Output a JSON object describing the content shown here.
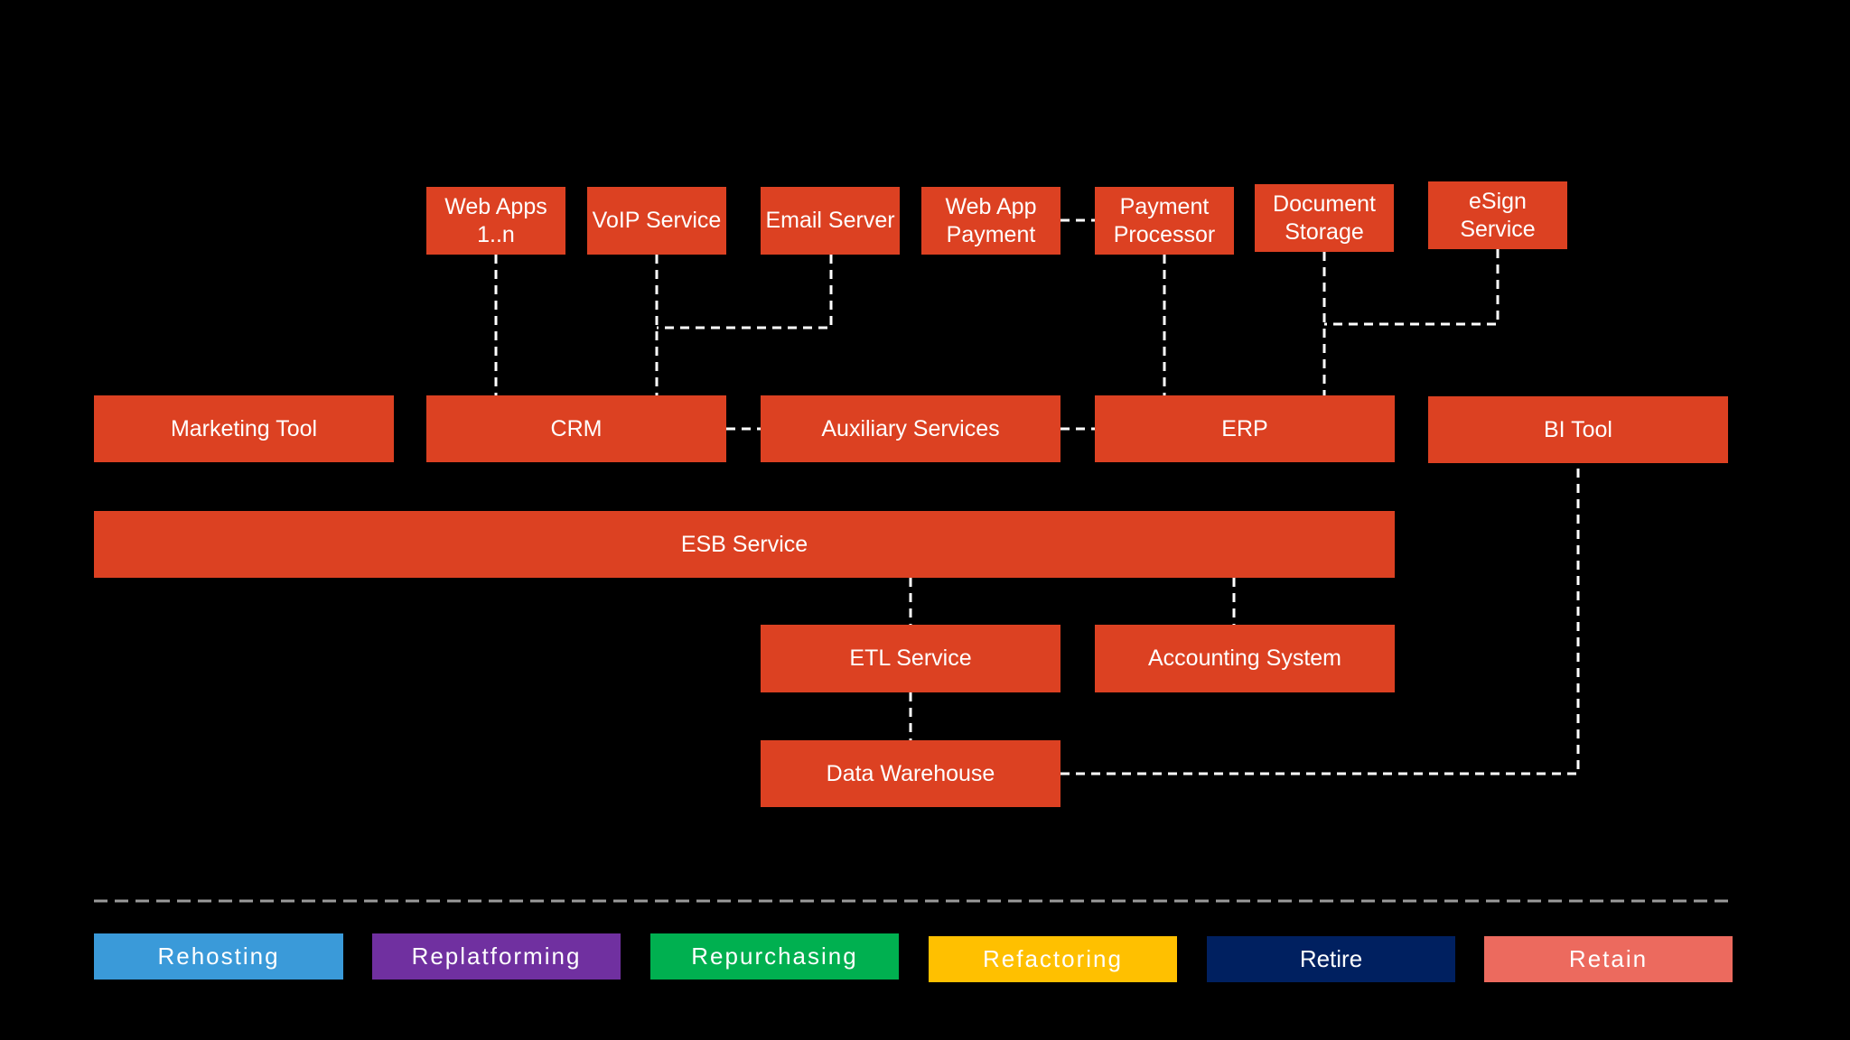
{
  "nodes": {
    "web_apps": "Web Apps\n1..n",
    "voip": "VoIP Service",
    "email": "Email Server",
    "web_app_payment": "Web App\nPayment",
    "payment_processor": "Payment\nProcessor",
    "document_storage": "Document\nStorage",
    "esign": "eSign\nService",
    "marketing_tool": "Marketing Tool",
    "crm": "CRM",
    "auxiliary": "Auxiliary Services",
    "erp": "ERP",
    "bi_tool": "BI Tool",
    "esb": "ESB Service",
    "etl": "ETL Service",
    "accounting": "Accounting System",
    "data_warehouse": "Data Warehouse"
  },
  "legend": [
    {
      "label": "Rehosting",
      "color": "#3a9ad9"
    },
    {
      "label": "Replatforming",
      "color": "#7030a0"
    },
    {
      "label": "Repurchasing",
      "color": "#00b050"
    },
    {
      "label": "Refactoring",
      "color": "#ffc000"
    },
    {
      "label": "Retire",
      "color": "#002060"
    },
    {
      "label": "Retain",
      "color": "#ec6a5e"
    }
  ],
  "colors": {
    "node": "#dc4122",
    "connector": "#ffffff",
    "divider": "#9a9a9a"
  }
}
